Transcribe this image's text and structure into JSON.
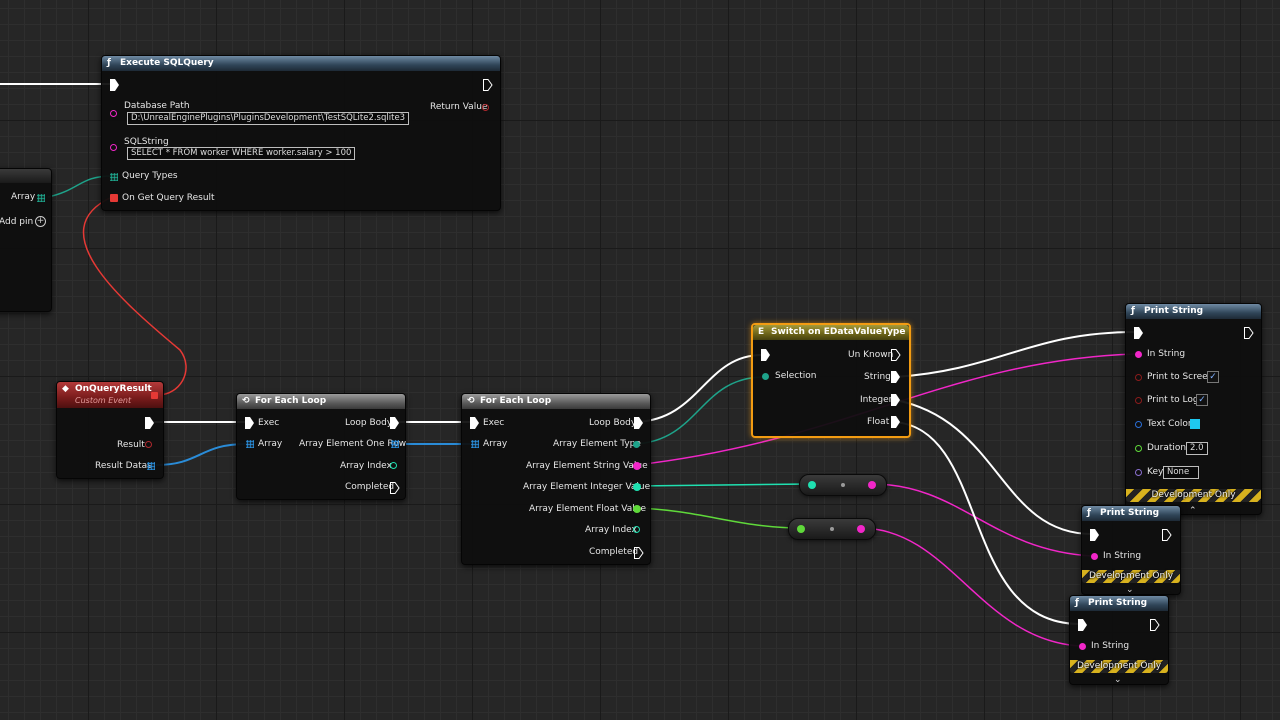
{
  "colors": {
    "exec": "#ffffff",
    "string_pin": "#f126c8",
    "integer_pin": "#1fe0b0",
    "float_pin": "#5fd93a",
    "array_pin": "#2a8cd8",
    "object_pin": "#1ea38a",
    "event_pin": "#e53935",
    "struct_pin": "#8a6fcf"
  },
  "left_node": {
    "array_label": "Array",
    "add_pin_label": "Add pin"
  },
  "execute_node": {
    "title": "Execute SQLQuery",
    "icon": "function-icon",
    "database_path_label": "Database Path",
    "database_path_value": "D:\\UnrealEnginePlugins\\PluginsDevelopment\\TestSQLite2.sqlite3",
    "sql_string_label": "SQLString",
    "sql_string_value": "SELECT * FROM worker WHERE worker.salary > 100",
    "query_types_label": "Query Types",
    "on_get_result_label": "On Get Query Result",
    "return_value_label": "Return Value"
  },
  "event_node": {
    "title": "OnQueryResult",
    "subtitle": "Custom Event",
    "result_label": "Result",
    "result_datas_label": "Result Datas"
  },
  "loop1": {
    "title": "For Each Loop",
    "exec_label": "Exec",
    "array_label": "Array",
    "loop_body_label": "Loop Body",
    "element_label": "Array Element One Row",
    "index_label": "Array Index",
    "completed_label": "Completed"
  },
  "loop2": {
    "title": "For Each Loop",
    "exec_label": "Exec",
    "array_label": "Array",
    "loop_body_label": "Loop Body",
    "type_label": "Array Element Type",
    "string_label": "Array Element String Value",
    "integer_label": "Array Element Integer Value",
    "float_label": "Array Element Float Value",
    "index_label": "Array Index",
    "completed_label": "Completed"
  },
  "switch_node": {
    "title": "Switch on EDataValueType",
    "selection_label": "Selection",
    "unknown_label": "Un Known",
    "string_label": "String",
    "integer_label": "Integer",
    "float_label": "Float"
  },
  "print1": {
    "title": "Print String",
    "in_string_label": "In String",
    "print_to_screen_label": "Print to Screen",
    "print_to_log_label": "Print to Log",
    "text_color_label": "Text Color",
    "duration_label": "Duration",
    "duration_value": "2.0",
    "key_label": "Key",
    "key_value": "None",
    "dev_only_label": "Development Only",
    "text_color": "#1ec8f0"
  },
  "print2": {
    "title": "Print String",
    "in_string_label": "In String",
    "dev_only_label": "Development Only"
  },
  "print3": {
    "title": "Print String",
    "in_string_label": "In String",
    "dev_only_label": "Development Only"
  }
}
